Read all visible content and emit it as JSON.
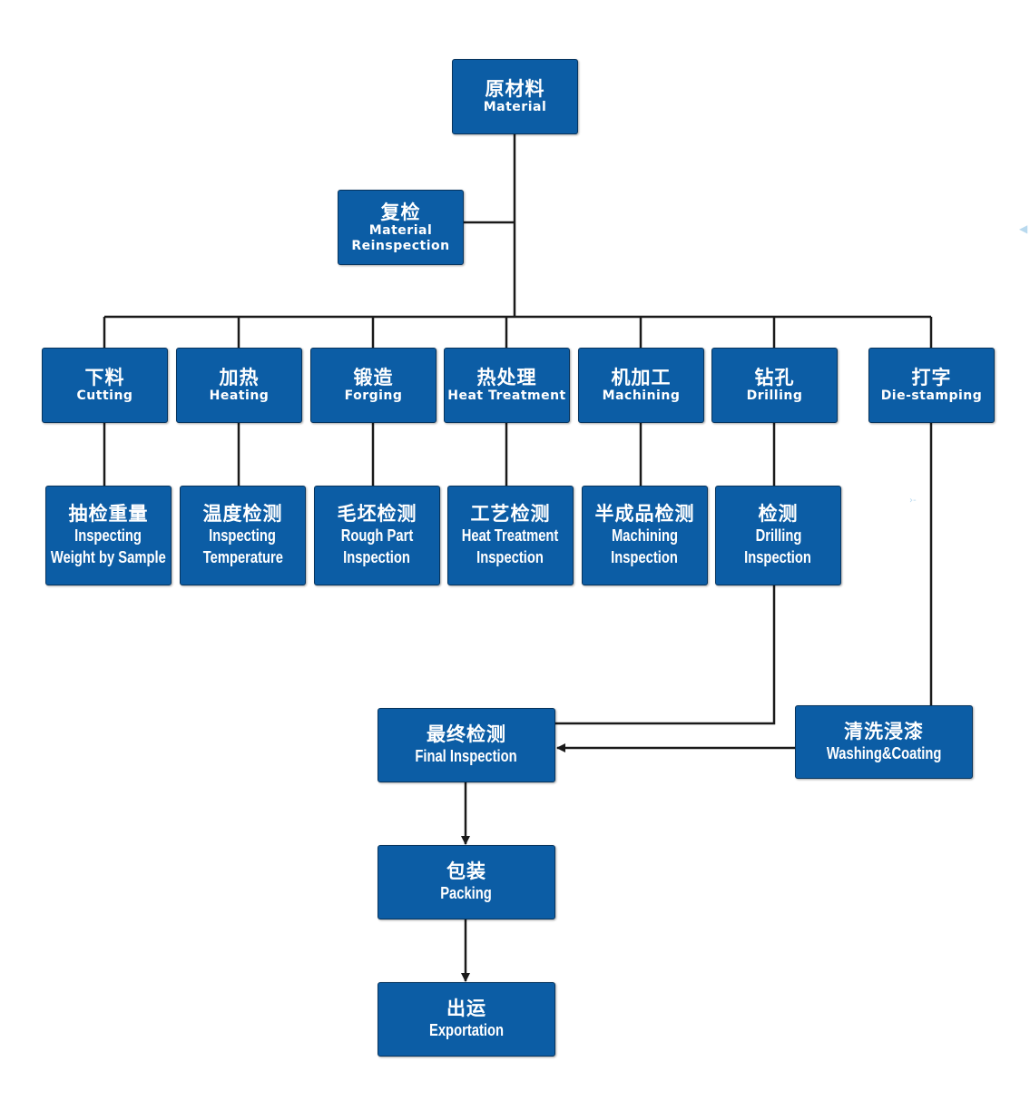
{
  "nodes": {
    "material": {
      "zh": "原材料",
      "en": [
        "Material"
      ]
    },
    "reinspection": {
      "zh": "复检",
      "en": [
        "Material",
        "Reinspection"
      ]
    },
    "cutting": {
      "zh": "下料",
      "en": [
        "Cutting"
      ]
    },
    "heating": {
      "zh": "加热",
      "en": [
        "Heating"
      ]
    },
    "forging": {
      "zh": "锻造",
      "en": [
        "Forging"
      ]
    },
    "heat_treatment": {
      "zh": "热处理",
      "en": [
        "Heat Treatment"
      ]
    },
    "machining": {
      "zh": "机加工",
      "en": [
        "Machining"
      ]
    },
    "drilling": {
      "zh": "钻孔",
      "en": [
        "Drilling"
      ]
    },
    "die_stamping": {
      "zh": "打字",
      "en": [
        "Die-stamping"
      ]
    },
    "inspect_weight": {
      "zh": "抽检重量",
      "en": [
        "Inspecting",
        "Weight by Sample"
      ]
    },
    "inspect_temp": {
      "zh": "温度检测",
      "en": [
        "Inspecting",
        "Temperature"
      ]
    },
    "rough_part": {
      "zh": "毛坯检测",
      "en": [
        "Rough Part",
        "Inspection"
      ]
    },
    "heat_treat_insp": {
      "zh": "工艺检测",
      "en": [
        "Heat Treatment",
        "Inspection"
      ]
    },
    "machining_insp": {
      "zh": "半成品检测",
      "en": [
        "Machining",
        "Inspection"
      ]
    },
    "drilling_insp": {
      "zh": "检测",
      "en": [
        "Drilling",
        "Inspection"
      ]
    },
    "final_insp": {
      "zh": "最终检测",
      "en": [
        "Final Inspection"
      ]
    },
    "washing": {
      "zh": "清洗浸漆",
      "en": [
        "Washing&Coating"
      ]
    },
    "packing": {
      "zh": "包装",
      "en": [
        "Packing"
      ]
    },
    "exportation": {
      "zh": "出运",
      "en": [
        "Exportation"
      ]
    }
  },
  "colors": {
    "node_fill": "#0c5da5",
    "node_border": "#06345e",
    "line": "#1a1a1a",
    "text": "#ffffff"
  }
}
